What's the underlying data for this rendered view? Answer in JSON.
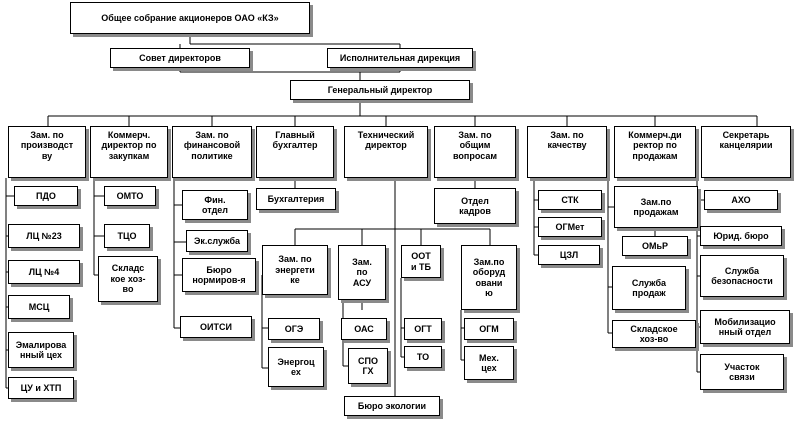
{
  "nodes": {
    "meeting": "Общее собрание акционеров ОАО «КЗ»",
    "board": "Совет директоров",
    "exec": "Исполнительная дирекция",
    "gendir": "Генеральный директор",
    "c1": "Зам. по\nпроизводст\nву",
    "pdo": "ПДО",
    "lc23": "ЛЦ №23",
    "lc4": "ЛЦ №4",
    "msc": "МСЦ",
    "emal": "Эмалирова\nнный цех",
    "cuhtp": "ЦУ и ХТП",
    "c2": "Коммерч.\nдиректор по\nзакупкам",
    "omto": "ОМТО",
    "tco": "ТЦО",
    "sklad1": "Складс\nкое хоз-\nво",
    "c3": "Зам. по\nфинансовой\nполитике",
    "fin": "Фин.\nотдел",
    "ek": "Эк.служба",
    "buro": "Бюро\nнормиров-я",
    "oitsi": "ОИТСИ",
    "c4": "Главный\nбухгалтер",
    "buh": "Бухгалтерия",
    "c5": "Технический\nдиректор",
    "zen": "Зам. по\nэнергети\nке",
    "oge": "ОГЭ",
    "energo": "Энергоц\nех",
    "zasu": "Зам.\nпо\nАСУ",
    "oas": "ОАС",
    "spo": "СПО\nГХ",
    "oot": "ООТ\nи ТБ",
    "ogt": "ОГТ",
    "to": "ТО",
    "zob": "Зам.по\nоборуд\nовани\nю",
    "ogm": "ОГМ",
    "meh": "Мех.\nцех",
    "eco": "Бюро экологии",
    "c6": "Зам. по\nобщим\nвопросам",
    "kadr": "Отдел\nкадров",
    "c7": "Зам. по\nкачеству",
    "stk": "СТК",
    "ogmet": "ОГМет",
    "czl": "ЦЗЛ",
    "c8": "Коммерч.ди\nректор по\nпродажам",
    "zprod": "Зам.по\nпродажам",
    "omr": "ОМьР",
    "sprod": "Служба\nпродаж",
    "sklad2": "Складское\nхоз-во",
    "c9": "Секретарь\nканцелярии",
    "aho": "АХО",
    "yur": "Юрид. бюро",
    "sb": "Служба\nбезопасности",
    "mob": "Мобилизацио\nнный отдел",
    "uch": "Участок\nсвязи"
  }
}
